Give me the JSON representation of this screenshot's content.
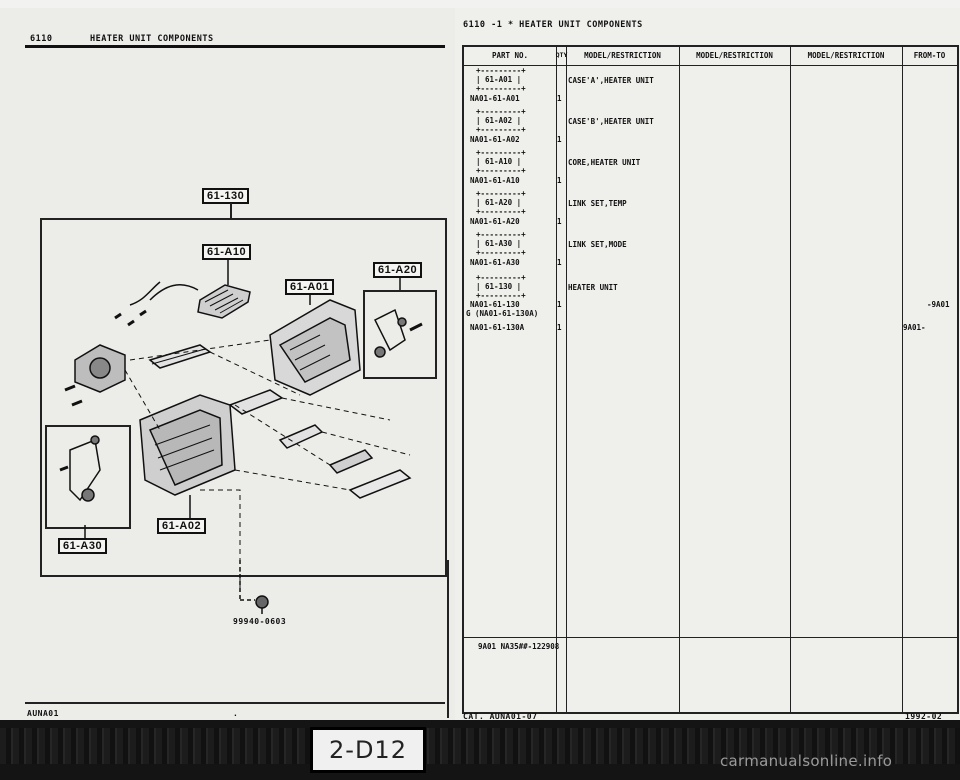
{
  "page_left": {
    "section_code": "6110",
    "section_title": "HEATER UNIT COMPONENTS",
    "footer_left": "AUNA01",
    "footer_mark": ".",
    "part_callouts": [
      {
        "id": "c-130",
        "label": "61-130"
      },
      {
        "id": "c-a10",
        "label": "61-A10"
      },
      {
        "id": "c-a20",
        "label": "61-A20"
      },
      {
        "id": "c-a01",
        "label": "61-A01"
      },
      {
        "id": "c-a02",
        "label": "61-A02"
      },
      {
        "id": "c-a30",
        "label": "61-A30"
      }
    ],
    "bolt_part": "99940-0603"
  },
  "page_right": {
    "header": "6110  -1  *  HEATER UNIT COMPONENTS",
    "columns": [
      "PART NO.",
      "QTY",
      "MODEL/RESTRICTION",
      "MODEL/RESTRICTION",
      "MODEL/RESTRICTION",
      "FROM-TO"
    ],
    "rows": [
      {
        "box": "61-A01",
        "part_no": "NA01-61-A01",
        "qty": "1",
        "desc": "CASE'A',HEATER UNIT",
        "from_to": ""
      },
      {
        "box": "61-A02",
        "part_no": "NA01-61-A02",
        "qty": "1",
        "desc": "CASE'B',HEATER UNIT",
        "from_to": ""
      },
      {
        "box": "61-A10",
        "part_no": "NA01-61-A10",
        "qty": "1",
        "desc": "CORE,HEATER UNIT",
        "from_to": ""
      },
      {
        "box": "61-A20",
        "part_no": "NA01-61-A20",
        "qty": "1",
        "desc": "LINK SET,TEMP",
        "from_to": ""
      },
      {
        "box": "61-A30",
        "part_no": "NA01-61-A30",
        "qty": "1",
        "desc": "LINK SET,MODE",
        "from_to": ""
      },
      {
        "box": "61-130",
        "part_no": "NA01-61-130",
        "qty": "1",
        "desc": "HEATER UNIT",
        "from_to": "-9A01",
        "alt": "G (NA01-61-130A)"
      },
      {
        "box": "",
        "part_no": "NA01-61-130A",
        "qty": "1",
        "desc": "",
        "from_to": "9A01-"
      }
    ],
    "note": "9A01 NA35##-122908",
    "footer_cat": "CAT. AUNA01-07",
    "footer_date": "1992-02"
  },
  "page_badge": "2-D12",
  "watermark": "carmanualsonline.info"
}
